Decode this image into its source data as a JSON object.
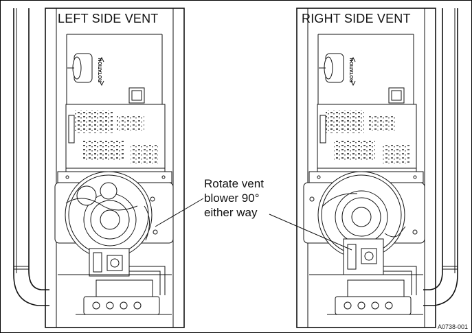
{
  "titles": {
    "left": "LEFT SIDE VENT",
    "right": "RIGHT SIDE VENT"
  },
  "callout": {
    "line1": "Rotate vent",
    "line2": "blower 90°",
    "line3": "either way"
  },
  "rotation_label": "ROTATION",
  "figure_id": "A0738-001"
}
